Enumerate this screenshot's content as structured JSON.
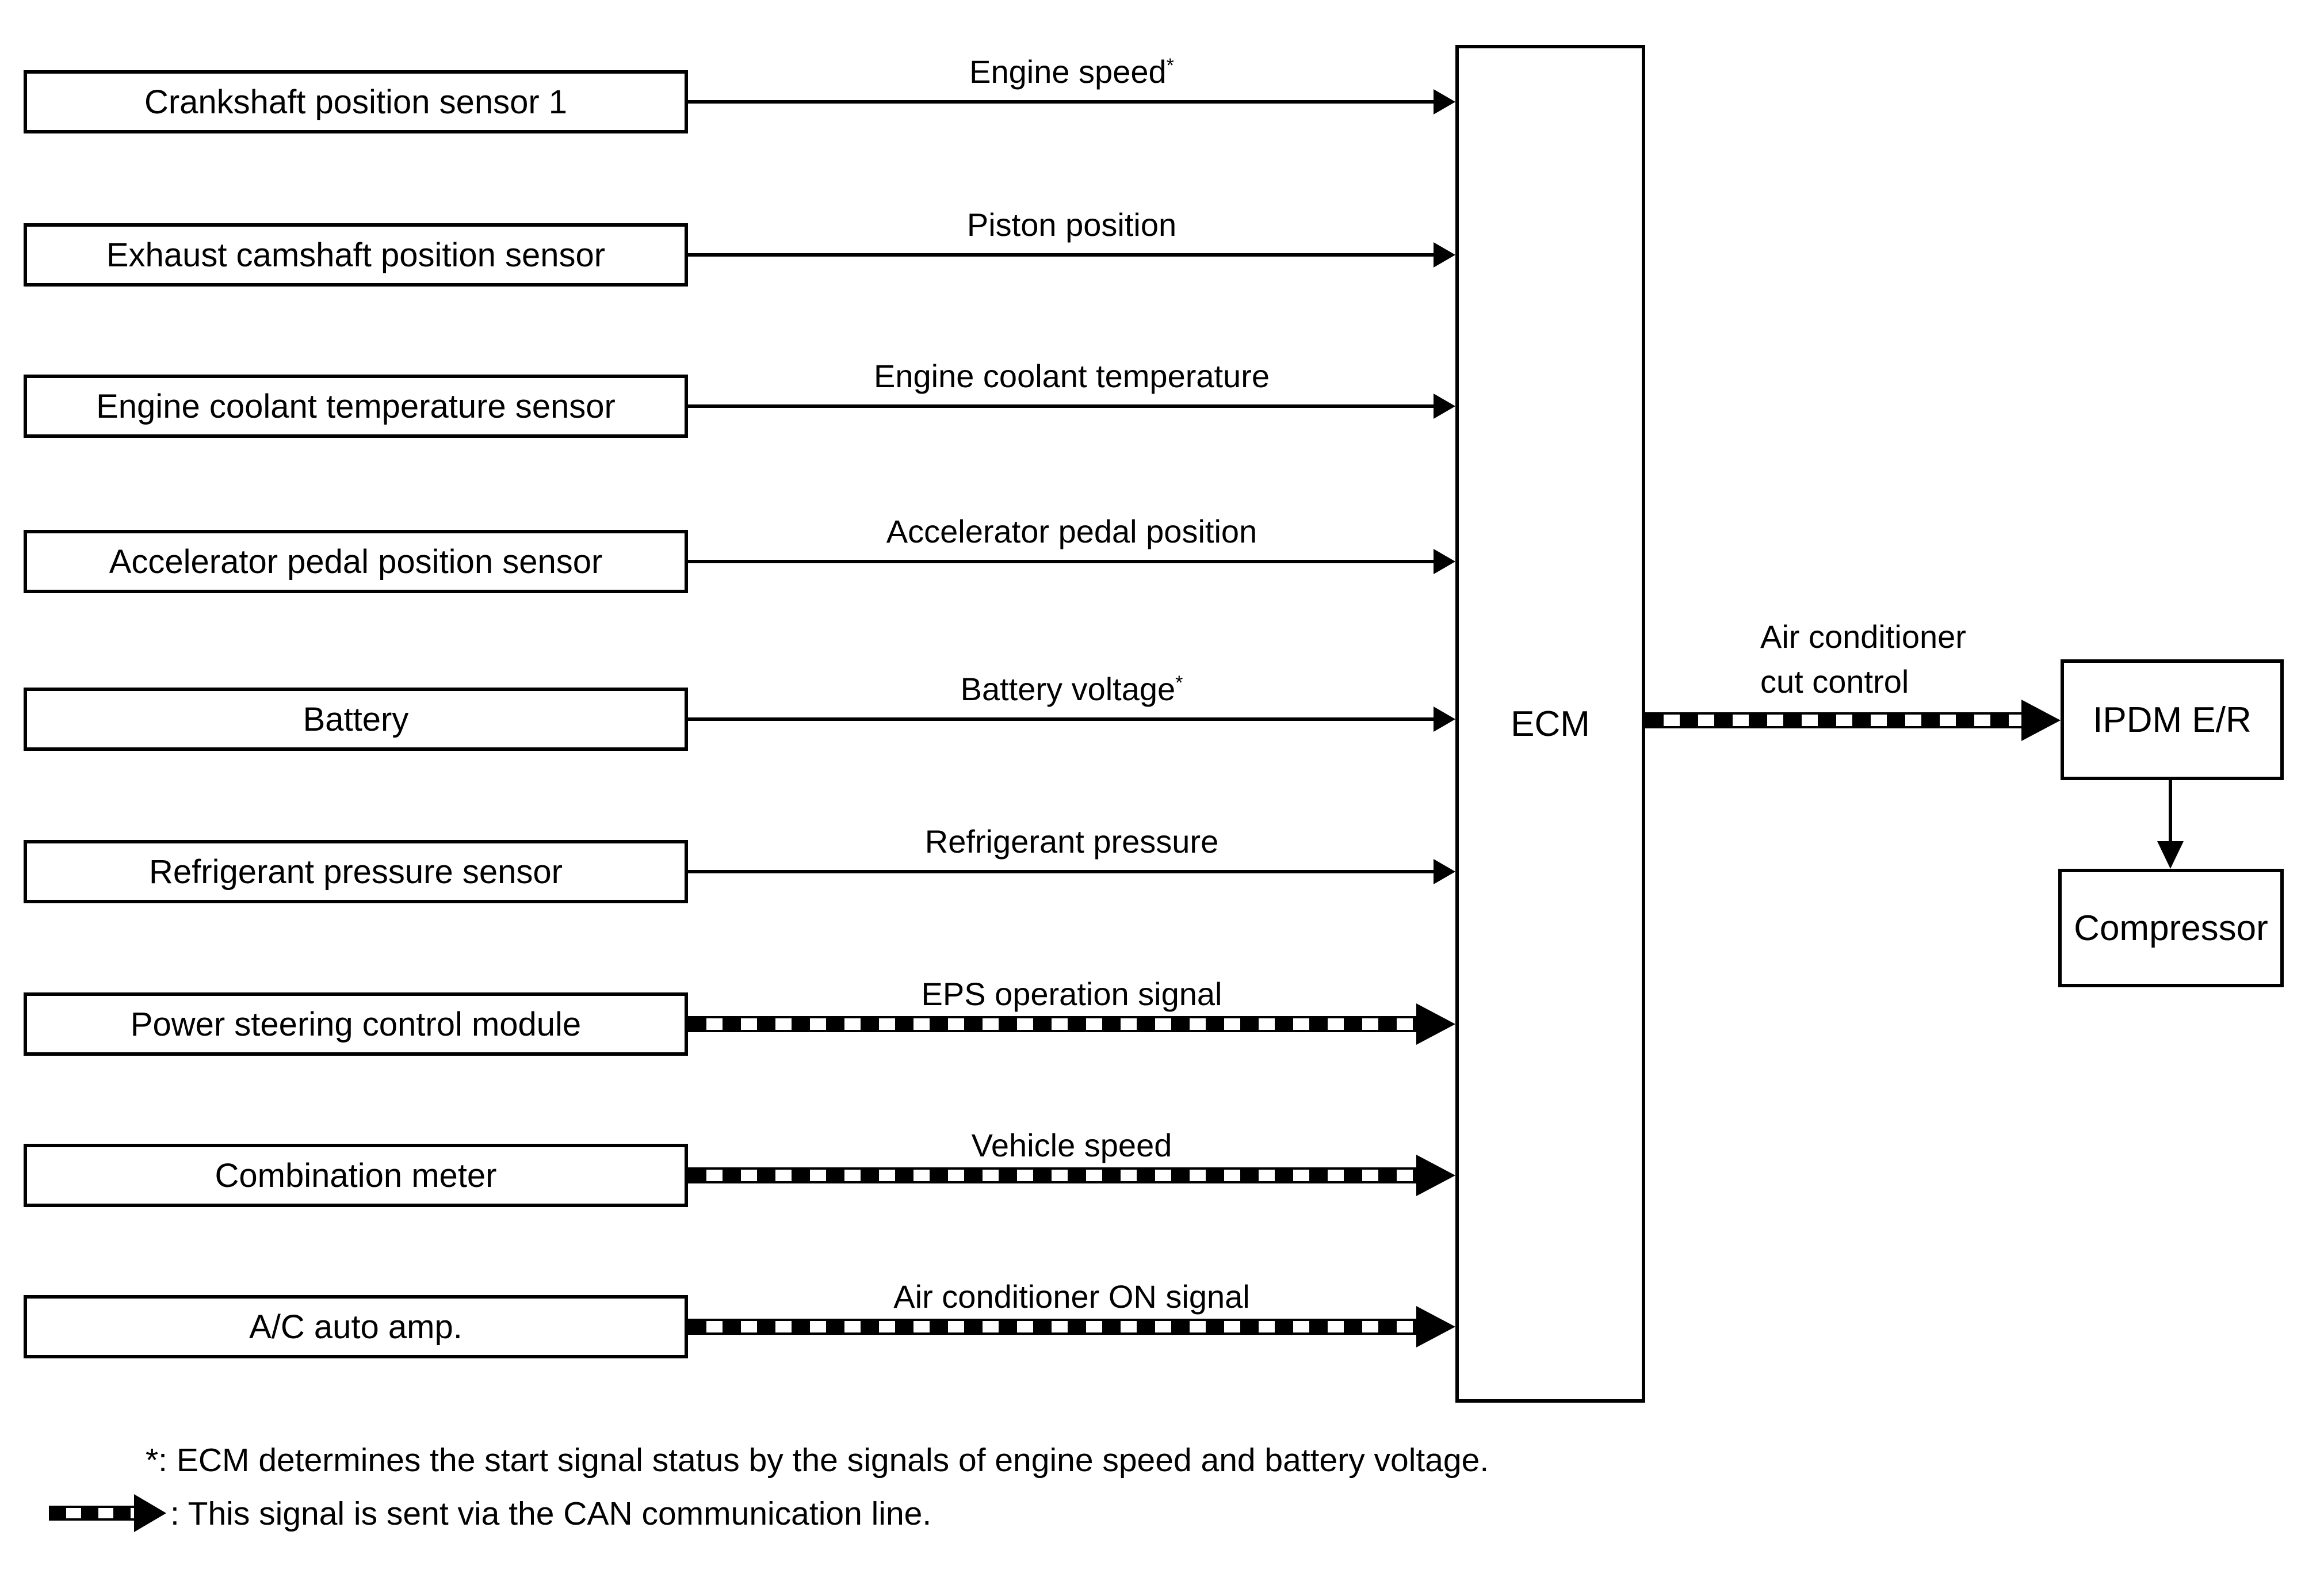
{
  "diagram": {
    "title_hint": "ECM air conditioner cut control signal flow",
    "colors": {
      "ink": "#000000",
      "background": "#ffffff"
    },
    "rows": [
      {
        "source": "Crankshaft position sensor 1",
        "signal": "Engine speed",
        "sup": "*",
        "via_can": false
      },
      {
        "source": "Exhaust camshaft position sensor",
        "signal": "Piston position",
        "via_can": false
      },
      {
        "source": "Engine coolant temperature sensor",
        "signal": "Engine coolant temperature",
        "via_can": false
      },
      {
        "source": "Accelerator pedal position sensor",
        "signal": "Accelerator pedal position",
        "via_can": false
      },
      {
        "source": "Battery",
        "signal": "Battery voltage",
        "sup": "*",
        "via_can": false
      },
      {
        "source": "Refrigerant pressure sensor",
        "signal": "Refrigerant pressure",
        "via_can": false
      },
      {
        "source": "Power steering control module",
        "signal": "EPS operation signal",
        "via_can": true
      },
      {
        "source": "Combination meter",
        "signal": "Vehicle speed",
        "via_can": true
      },
      {
        "source": "A/C auto amp.",
        "signal": "Air conditioner ON signal",
        "via_can": true
      }
    ],
    "ecm": {
      "label": "ECM"
    },
    "output": {
      "signal_line1": "Air conditioner",
      "signal_line2": "cut control",
      "via_can": true,
      "target": "IPDM E/R",
      "final_target": "Compressor"
    },
    "footnotes": {
      "asterisk": "*: ECM determines the start signal status by the signals of engine speed and battery voltage.",
      "can_legend": ": This signal is sent via the CAN communication line."
    }
  }
}
